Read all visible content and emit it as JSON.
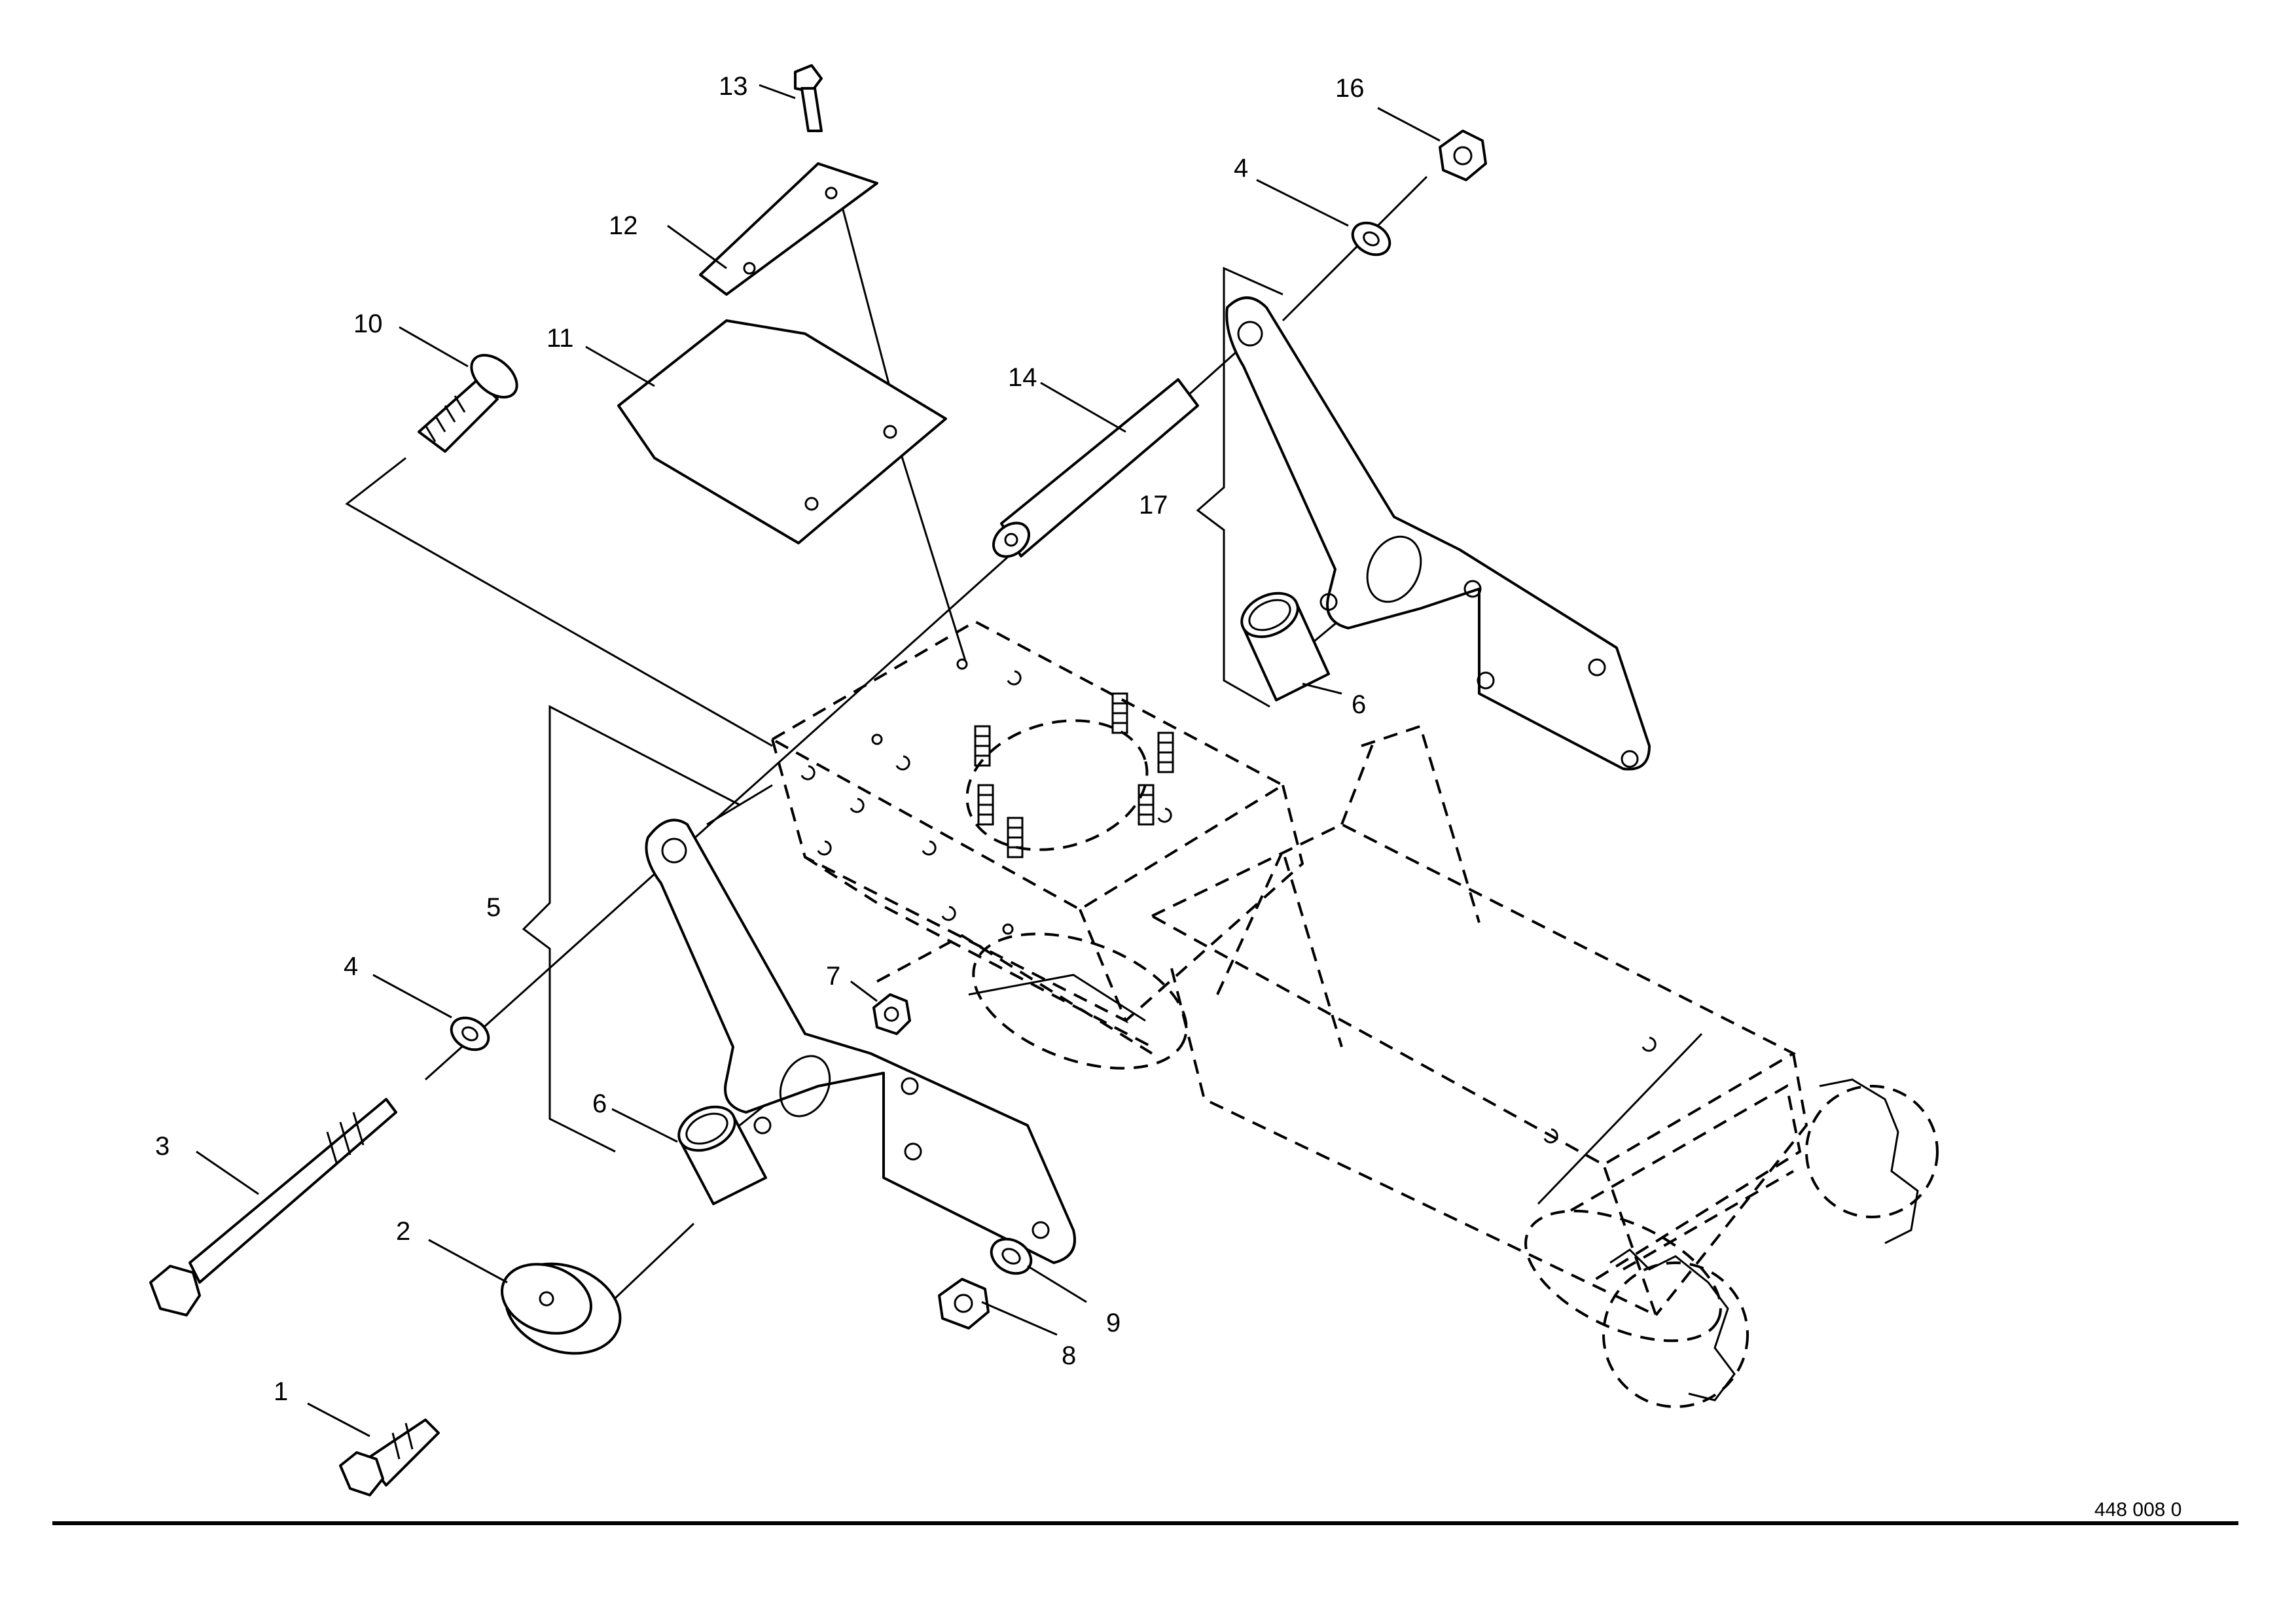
{
  "callouts": [
    {
      "id": "1",
      "label": "1"
    },
    {
      "id": "2",
      "label": "2"
    },
    {
      "id": "3",
      "label": "3"
    },
    {
      "id": "4a",
      "label": "4"
    },
    {
      "id": "4b",
      "label": "4"
    },
    {
      "id": "5",
      "label": "5"
    },
    {
      "id": "6a",
      "label": "6"
    },
    {
      "id": "6b",
      "label": "6"
    },
    {
      "id": "7",
      "label": "7"
    },
    {
      "id": "8",
      "label": "8"
    },
    {
      "id": "9",
      "label": "9"
    },
    {
      "id": "10",
      "label": "10"
    },
    {
      "id": "11",
      "label": "11"
    },
    {
      "id": "12",
      "label": "12"
    },
    {
      "id": "13",
      "label": "13"
    },
    {
      "id": "14",
      "label": "14"
    },
    {
      "id": "16",
      "label": "16"
    },
    {
      "id": "17",
      "label": "17"
    }
  ],
  "drawing_number": "448 008 0"
}
